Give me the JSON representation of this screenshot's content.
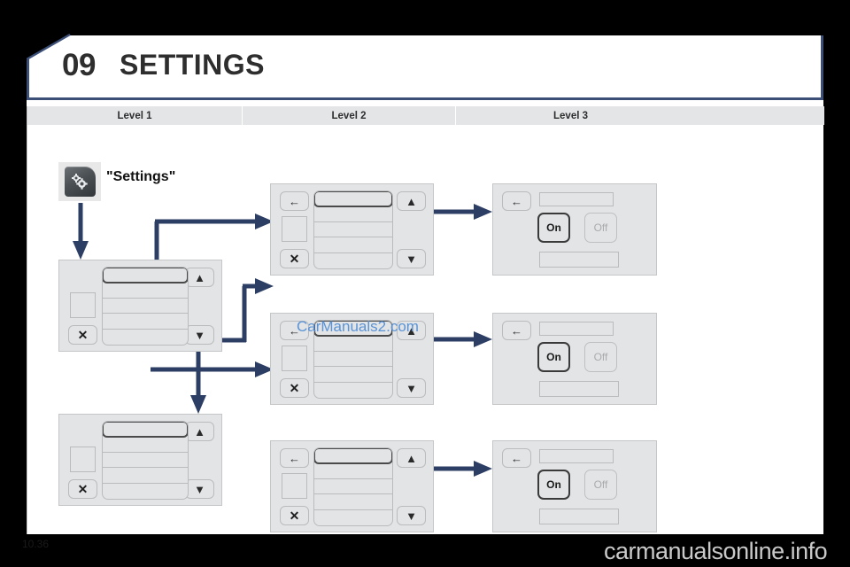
{
  "document": {
    "chapter_number": "09",
    "chapter_title": "SETTINGS",
    "page_number": "10.36"
  },
  "level_bar": {
    "columns": [
      {
        "label": "Level 1"
      },
      {
        "label": "Level 2"
      },
      {
        "label": "Level 3"
      }
    ]
  },
  "menu_entry": {
    "icon": "settings-gears-icon",
    "label": "\"Settings\""
  },
  "glyphs": {
    "back": "←",
    "close": "✕",
    "up": "▲",
    "down": "▼"
  },
  "level1_screens": [
    {
      "name": "list-screen-1",
      "has_back": false,
      "close_label": "✕",
      "up_label": "▲",
      "down_label": "▼",
      "rows": 5
    },
    {
      "name": "list-screen-2",
      "has_back": false,
      "close_label": "✕",
      "up_label": "▲",
      "down_label": "▼",
      "rows": 5
    }
  ],
  "level2_screens": [
    {
      "name": "list-screen-3",
      "back_label": "←",
      "close_label": "✕",
      "up_label": "▲",
      "down_label": "▼",
      "rows": 5
    },
    {
      "name": "list-screen-4",
      "back_label": "←",
      "close_label": "✕",
      "up_label": "▲",
      "down_label": "▼",
      "rows": 5
    },
    {
      "name": "list-screen-5",
      "back_label": "←",
      "close_label": "✕",
      "up_label": "▲",
      "down_label": "▼",
      "rows": 5
    }
  ],
  "level3_screens": [
    {
      "name": "toggle-screen-1",
      "back_label": "←",
      "on_label": "On",
      "off_label": "Off",
      "selected": "On"
    },
    {
      "name": "toggle-screen-2",
      "back_label": "←",
      "on_label": "On",
      "off_label": "Off",
      "selected": "On"
    },
    {
      "name": "toggle-screen-3",
      "back_label": "←",
      "on_label": "On",
      "off_label": "Off",
      "selected": "On"
    }
  ],
  "watermarks": {
    "center": "CarManuals2.com",
    "bottom": "carmanualsonline.info"
  },
  "colors": {
    "header_border": "#3c4f77",
    "connector": "#2c3e63",
    "level_bar_bg": "#e3e5e7",
    "screen_bg": "#e2e4e6",
    "watermark_blue": "#5a93d6"
  }
}
